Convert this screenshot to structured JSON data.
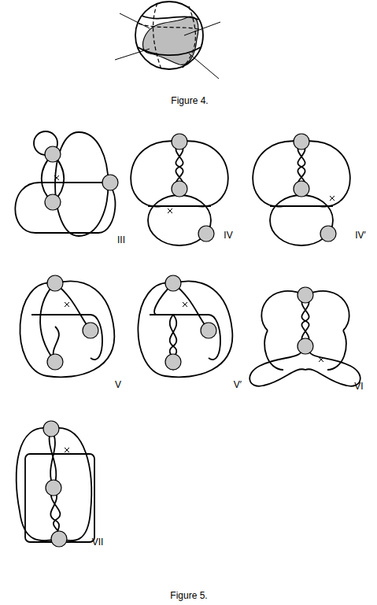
{
  "diagram": {
    "labels": [
      "Figure 4.",
      "III",
      "IV",
      "IV′",
      "V",
      "V′",
      "VI",
      "VII",
      "Figure 5."
    ]
  }
}
